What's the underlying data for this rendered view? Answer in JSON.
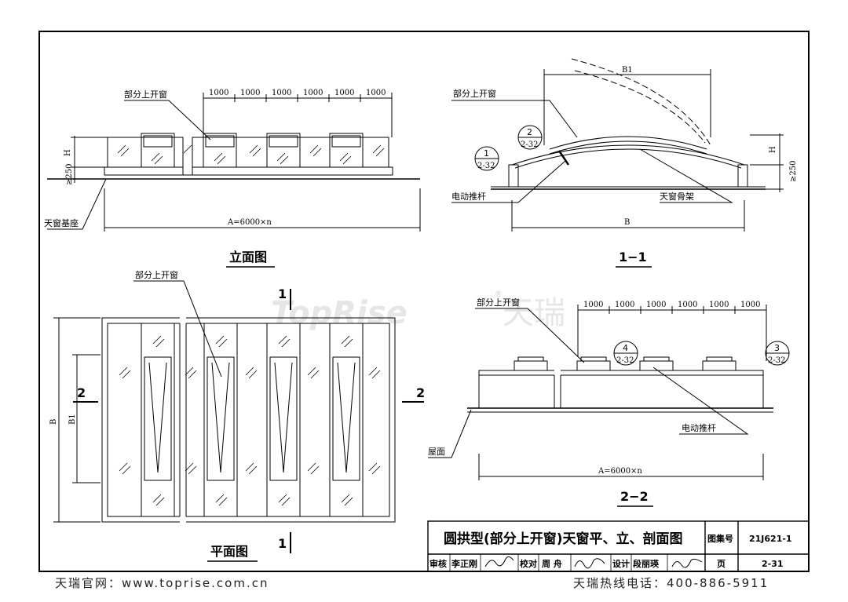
{
  "watermark": {
    "brand": "TopRise",
    "brand_cn": "天瑞",
    "reg": "®"
  },
  "elevation": {
    "title": "立面图",
    "label_window": "部分上开窗",
    "label_base": "天窗基座",
    "dims": [
      "1000",
      "1000",
      "1000",
      "1000",
      "1000",
      "1000"
    ],
    "dim_h": "H",
    "dim_250": "≥250",
    "dim_a": "A=6000×n"
  },
  "section11": {
    "title": "1−1",
    "label_window": "部分上开窗",
    "label_rod": "电动推杆",
    "label_frame": "天窗骨架",
    "dim_b1": "B1",
    "dim_b": "B",
    "dim_h": "H",
    "dim_250": "≥250",
    "callout_a_top": "2",
    "callout_a_bot": "2-32",
    "callout_b_top": "1",
    "callout_b_bot": "2-32"
  },
  "plan": {
    "title": "平面图",
    "label_window": "部分上开窗",
    "dim_b": "B",
    "dim_b1": "B1",
    "cut1_top": "1",
    "cut1_bot": "1",
    "cut2_left": "2",
    "cut2_right": "2"
  },
  "section22": {
    "title": "2−2",
    "label_window": "部分上开窗",
    "label_rod": "电动推杆",
    "label_roof": "屋面",
    "dims": [
      "1000",
      "1000",
      "1000",
      "1000",
      "1000",
      "1000"
    ],
    "dim_a": "A=6000×n",
    "callout_a_top": "4",
    "callout_a_bot": "2-32",
    "callout_b_top": "3",
    "callout_b_bot": "2-32"
  },
  "title_block": {
    "name": "圆拱型(部分上开窗)天窗平、立、剖面图",
    "set_no_label": "图集号",
    "set_no": "21J621-1",
    "review_label": "审核",
    "reviewer": "李正刚",
    "check_label": "校对",
    "checker": "周 舟",
    "design_label": "设计",
    "designer": "段丽瑛",
    "page_label": "页",
    "page": "2-31"
  },
  "footer": {
    "website": "天瑞官网：www.toprise.com.cn",
    "hotline": "天瑞热线电话：400-886-5911"
  }
}
